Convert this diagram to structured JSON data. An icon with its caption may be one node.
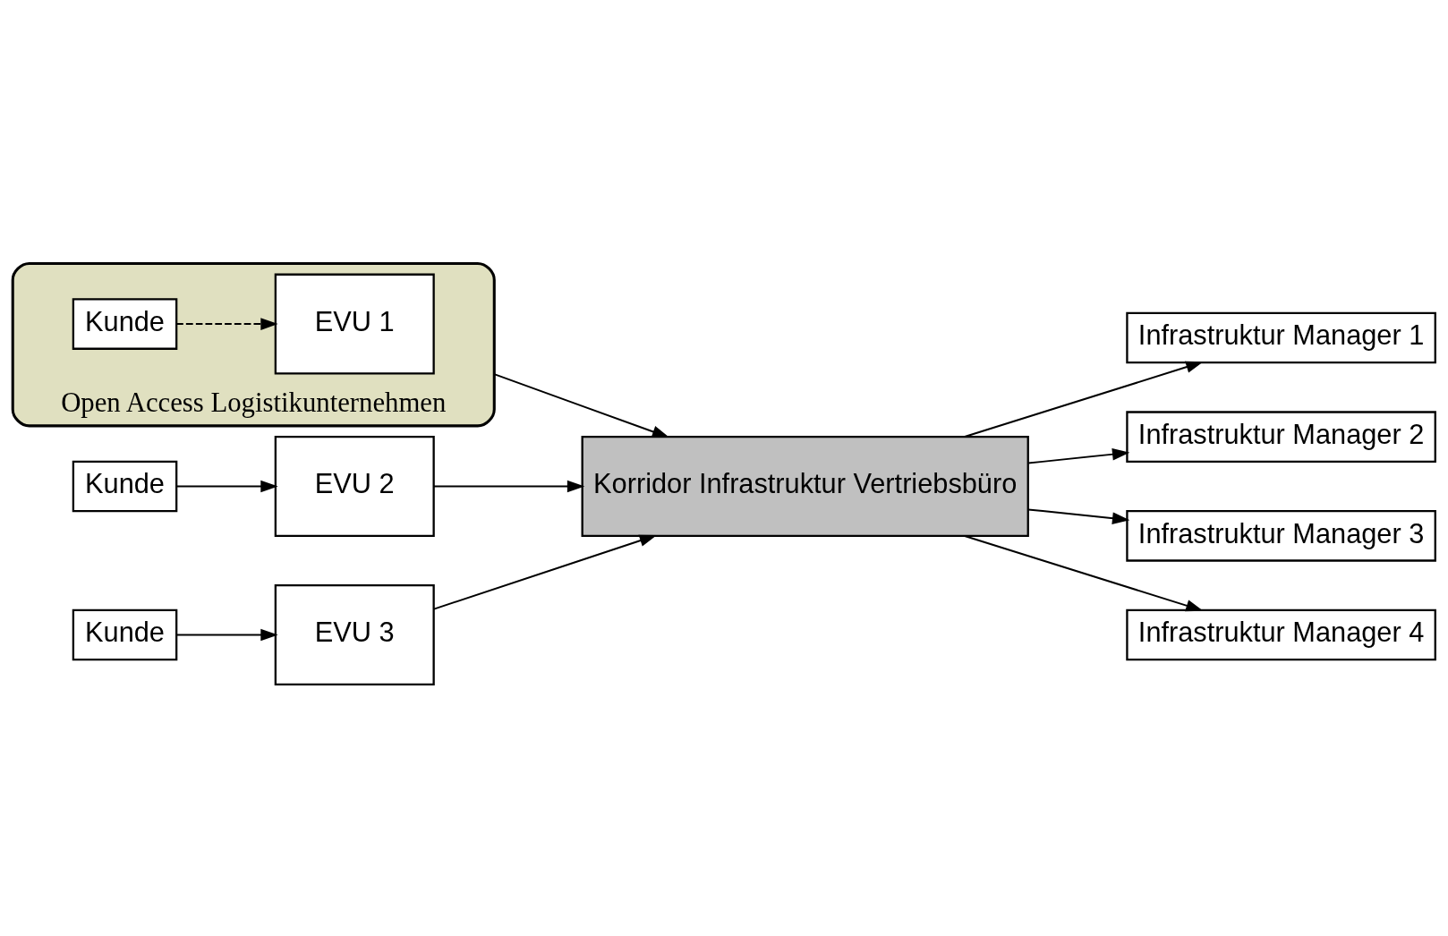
{
  "diagram": {
    "nodes": [
      {
        "text": [
          "Open Access Logistikunternehmen"
        ]
      },
      {
        "text": [
          "Kunde"
        ],
        "in": 0
      },
      {
        "text": [
          "EVU 1"
        ],
        "in": 0
      },
      {
        "text": [
          "Kunde"
        ]
      },
      {
        "text": [
          "EVU 2"
        ]
      },
      {
        "text": [
          "Kunde"
        ]
      },
      {
        "text": [
          "EVU 3"
        ]
      },
      {
        "text": [
          "Korridor Infrastruktur Vertriebsbüro"
        ]
      },
      {
        "text": [
          "Infrastruktur Manager 1"
        ]
      },
      {
        "text": [
          "Infrastruktur Manager 2"
        ]
      },
      {
        "text": [
          "Infrastruktur Manager 3"
        ]
      },
      {
        "text": [
          "Infrastruktur Manager 4"
        ]
      }
    ],
    "edges": [
      {
        "from": 1,
        "to": 2,
        "arrow": "to",
        "style": "dashed"
      },
      {
        "from": 0,
        "to": 7,
        "arrow": "to"
      },
      {
        "from": 3,
        "to": 4,
        "arrow": "to"
      },
      {
        "from": 4,
        "to": 7,
        "arrow": "to"
      },
      {
        "from": 5,
        "to": 6,
        "arrow": "to"
      },
      {
        "from": 6,
        "to": 7,
        "arrow": "to"
      },
      {
        "from": 7,
        "to": 8,
        "arrow": "to"
      },
      {
        "from": 7,
        "to": 9,
        "arrow": "to"
      },
      {
        "from": 7,
        "to": 10,
        "arrow": "to"
      },
      {
        "from": 7,
        "to": 11,
        "arrow": "to"
      }
    ]
  }
}
